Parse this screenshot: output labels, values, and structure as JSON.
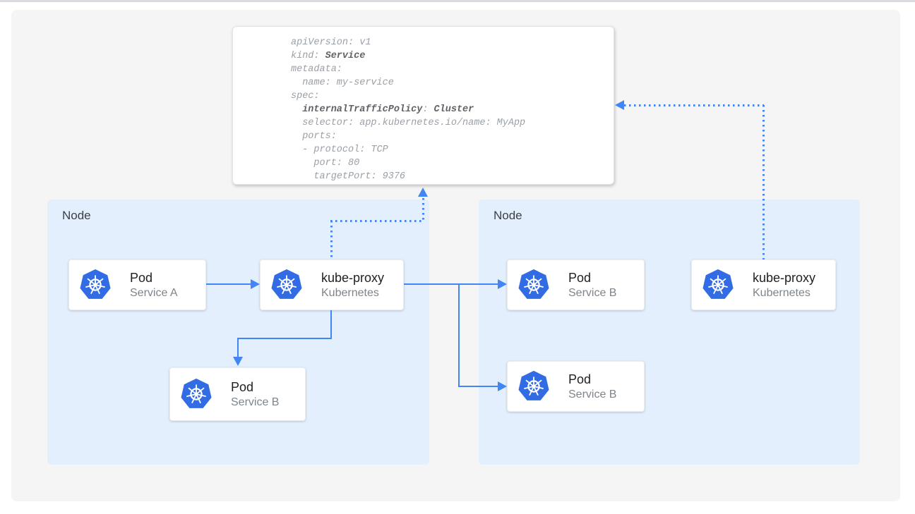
{
  "colors": {
    "accent_blue": "#4285f4",
    "kubernetes_blue": "#326ce5",
    "node_fill": "#e3effc",
    "panel_fill": "#f5f5f6",
    "card_fill": "#ffffff",
    "top_border": "#d9dbde",
    "yaml_text": "#9aa0a6",
    "yaml_bold_text": "#5f6368",
    "node_label_text": "#3c4043",
    "card_title_text": "#202124",
    "card_subtitle_text": "#7d858c"
  },
  "yaml": {
    "l1": "apiVersion: v1",
    "l2a": "kind: ",
    "l2b": "Service",
    "l3": "metadata:",
    "l4": "  name: my-service",
    "l5": "spec:",
    "l6a": "  ",
    "l6b": "internalTrafficPolicy",
    "l6c": ": ",
    "l6d": "Cluster",
    "l7": "  selector: app.kubernetes.io/name: MyApp",
    "l8": "  ports:",
    "l9": "  - protocol: TCP",
    "l10": "    port: 80",
    "l11": "    targetPort: 9376"
  },
  "nodes": {
    "left": {
      "label": "Node"
    },
    "right": {
      "label": "Node"
    }
  },
  "cards": {
    "pod_a": {
      "title": "Pod",
      "subtitle": "Service A"
    },
    "kube_proxy_left": {
      "title": "kube-proxy",
      "subtitle": "Kubernetes"
    },
    "pod_b_left": {
      "title": "Pod",
      "subtitle": "Service B"
    },
    "pod_b_right_top": {
      "title": "Pod",
      "subtitle": "Service B"
    },
    "pod_b_right_bottom": {
      "title": "Pod",
      "subtitle": "Service B"
    },
    "kube_proxy_right": {
      "title": "kube-proxy",
      "subtitle": "Kubernetes"
    }
  },
  "icons": {
    "kubernetes_logo": "blue-heptagon-helm-wheel"
  }
}
